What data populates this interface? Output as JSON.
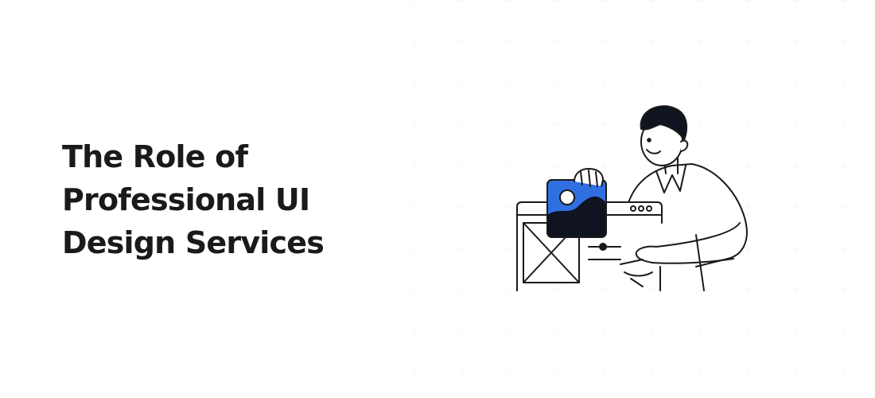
{
  "headline": {
    "lines": [
      "The Role of",
      "Professional UI",
      "Design Services"
    ]
  },
  "colors": {
    "text": "#1a1a1a",
    "accent_blue": "#2f6fe0",
    "dark_fill": "#101320",
    "line": "#1a1a1a",
    "grid": "#f0f0f0"
  },
  "illustration": {
    "icons": [
      "image-card-icon",
      "browser-window-icon",
      "wireframe-placeholder-icon",
      "person-figure"
    ]
  }
}
